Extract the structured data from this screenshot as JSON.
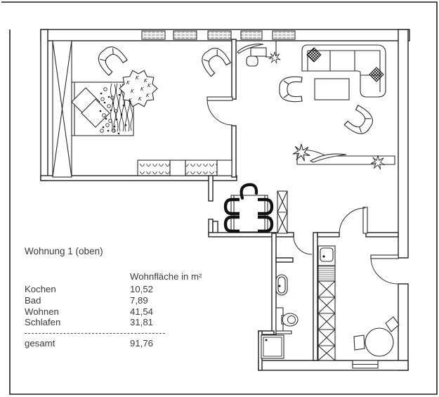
{
  "title": "Wohnung 1 (oben)",
  "area_table": {
    "header": "Wohnfläche in m²",
    "rows": [
      {
        "label": "Kochen",
        "value": "10,52"
      },
      {
        "label": "Bad",
        "value": "7,89"
      },
      {
        "label": "Wohnen",
        "value": "41,54"
      },
      {
        "label": "Schlafen",
        "value": "31,81"
      }
    ],
    "total_label": "gesamt",
    "total_value": "91,76"
  },
  "colors": {
    "ink": "#222222",
    "paper": "#ffffff"
  }
}
